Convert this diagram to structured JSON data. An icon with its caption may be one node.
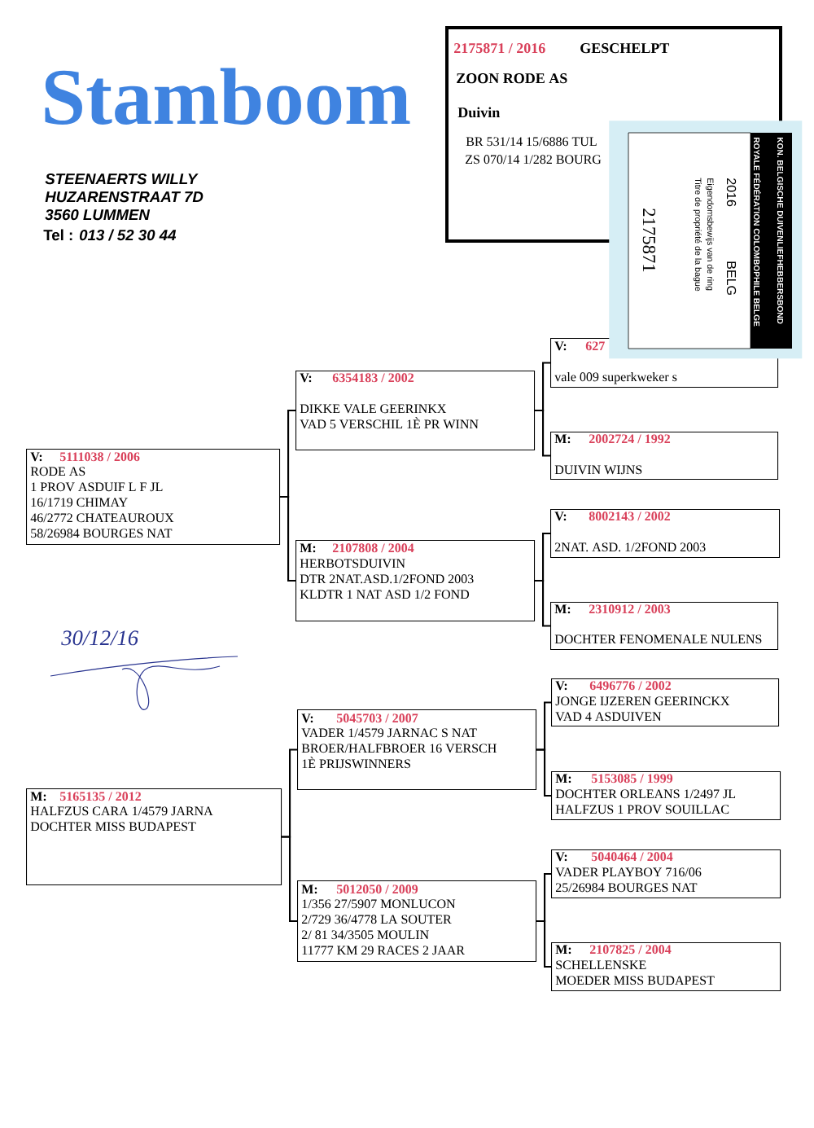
{
  "diagram": {
    "title": "Stamboom",
    "nodes": [
      {
        "text": [
          "2175871 / 2016",
          "GESCHELPT",
          "ZOON RODE AS",
          "Duivin",
          "BR 531/14 15/6886 TUL",
          "ZS 070/14 1/282 BOURG"
        ]
      },
      {
        "text": [
          "KON. BELGISCHE DUIVENLIEFHEBBERSBOND",
          "ROYALE FÉDÉRATION COLOMBOPHILE BELGE",
          "2016",
          "BELG",
          "Eigendomsbewijs van de ring",
          "Titre de propriété de la bague",
          "2175871"
        ]
      },
      {
        "text": [
          "V:",
          "5111038 / 2006",
          "RODE AS",
          "1 PROV ASDUIF L F JL",
          "16/1719 CHIMAY",
          "46/2772 CHATEAUROUX",
          "58/26984 BOURGES NAT"
        ]
      },
      {
        "text": [
          "M:",
          "5165135 / 2012",
          "HALFZUS CARA 1/4579 JARNA",
          "DOCHTER MISS BUDAPEST"
        ]
      },
      {
        "text": [
          "V:",
          "6354183 / 2002",
          "DIKKE VALE GEERINKX",
          "VAD 5 VERSCHIL 1È PR WINN"
        ]
      },
      {
        "text": [
          "M:",
          "2107808 / 2004",
          "HERBOTSDUIVIN",
          "DTR 2NAT.ASD.1/2FOND 2003",
          "KLDTR 1 NAT ASD 1/2 FOND"
        ]
      },
      {
        "text": [
          "V:",
          "5045703 / 2007",
          "VADER 1/4579 JARNAC S NAT",
          "BROER/HALFBROER 16 VERSCH",
          "1È PRIJSWINNERS"
        ]
      },
      {
        "text": [
          "M:",
          "5012050 / 2009",
          "1/356 27/5907 MONLUCON",
          "2/729 36/4778 LA SOUTER",
          "2/ 81 34/3505 MOULIN",
          "11777 KM 29 RACES 2 JAAR"
        ]
      },
      {
        "text": [
          "V:",
          "627",
          "vale 009 superkweker s"
        ]
      },
      {
        "text": [
          "M:",
          "2002724 / 1992",
          "DUIVIN WIJNS"
        ]
      },
      {
        "text": [
          "V:",
          "8002143 / 2002",
          "2NAT. ASD. 1/2FOND 2003"
        ]
      },
      {
        "text": [
          "M:",
          "2310912 / 2003",
          "DOCHTER FENOMENALE NULENS"
        ]
      },
      {
        "text": [
          "V:",
          "6496776 / 2002",
          "JONGE IJZEREN GEERINCKX",
          "VAD 4 ASDUIVEN"
        ]
      },
      {
        "text": [
          "M:",
          "5153085 / 1999",
          "DOCHTER ORLEANS 1/2497 JL",
          "HALFZUS 1 PROV SOUILLAC"
        ]
      },
      {
        "text": [
          "V:",
          "5040464 / 2004",
          "VADER PLAYBOY 716/06",
          "25/26984 BOURGES NAT"
        ]
      },
      {
        "text": [
          "M:",
          "2107825 / 2004",
          "SCHELLENSKE",
          "MOEDER MISS BUDAPEST"
        ]
      }
    ],
    "edges": [
      {
        "from": 2,
        "to": 4,
        "arrow": "none"
      },
      {
        "from": 2,
        "to": 5,
        "arrow": "none"
      },
      {
        "from": 3,
        "to": 6,
        "arrow": "none"
      },
      {
        "from": 3,
        "to": 7,
        "arrow": "none"
      },
      {
        "from": 4,
        "to": 8,
        "arrow": "none"
      },
      {
        "from": 4,
        "to": 9,
        "arrow": "none"
      },
      {
        "from": 5,
        "to": 10,
        "arrow": "none"
      },
      {
        "from": 5,
        "to": 11,
        "arrow": "none"
      },
      {
        "from": 6,
        "to": 12,
        "arrow": "none"
      },
      {
        "from": 6,
        "to": 13,
        "arrow": "none"
      },
      {
        "from": 7,
        "to": 14,
        "arrow": "none"
      },
      {
        "from": 7,
        "to": 15,
        "arrow": "none"
      }
    ],
    "labels": [
      "STEENAERTS WILLY",
      "HUZARENSTRAAT 7D",
      "3560 LUMMEN",
      "Tel : *013 / 52 30 44*",
      "30/12/16"
    ]
  }
}
